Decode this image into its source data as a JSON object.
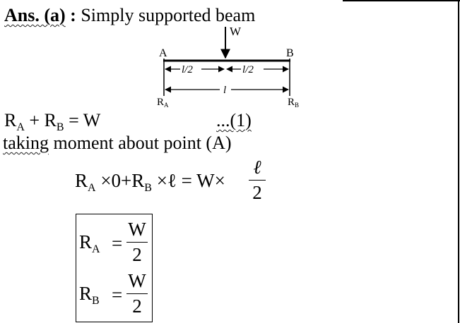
{
  "heading": {
    "ans": "Ans. (a)",
    "colon": " : ",
    "title": "Simply supported beam"
  },
  "figure": {
    "load_label": "W",
    "left_end": "A",
    "right_end": "B",
    "half_span_left": "l/2",
    "half_span_right": "l/2",
    "span": "l",
    "reaction_a": "R",
    "reaction_a_sub": "A",
    "reaction_b": "R",
    "reaction_b_sub": "B"
  },
  "equation1": {
    "ra": "R",
    "ra_sub": "A",
    "plus": " + ",
    "rb": "R",
    "rb_sub": "B",
    "rhs": " = W",
    "number": "...(1)"
  },
  "moment_line": {
    "word1": "taking",
    "rest": " moment about point (A)"
  },
  "moment_eq": {
    "ra": "R",
    "ra_sub": "A",
    "mid1": "×0+R",
    "rb_sub": "B",
    "mid2": "×ℓ = W×",
    "num": "ℓ",
    "den": "2"
  },
  "results": {
    "ra": "R",
    "ra_sub": "A",
    "eq": "=",
    "ra_num": "W",
    "ra_den": "2",
    "rb": "R",
    "rb_sub": "B",
    "rb_num": "W",
    "rb_den": "2"
  }
}
